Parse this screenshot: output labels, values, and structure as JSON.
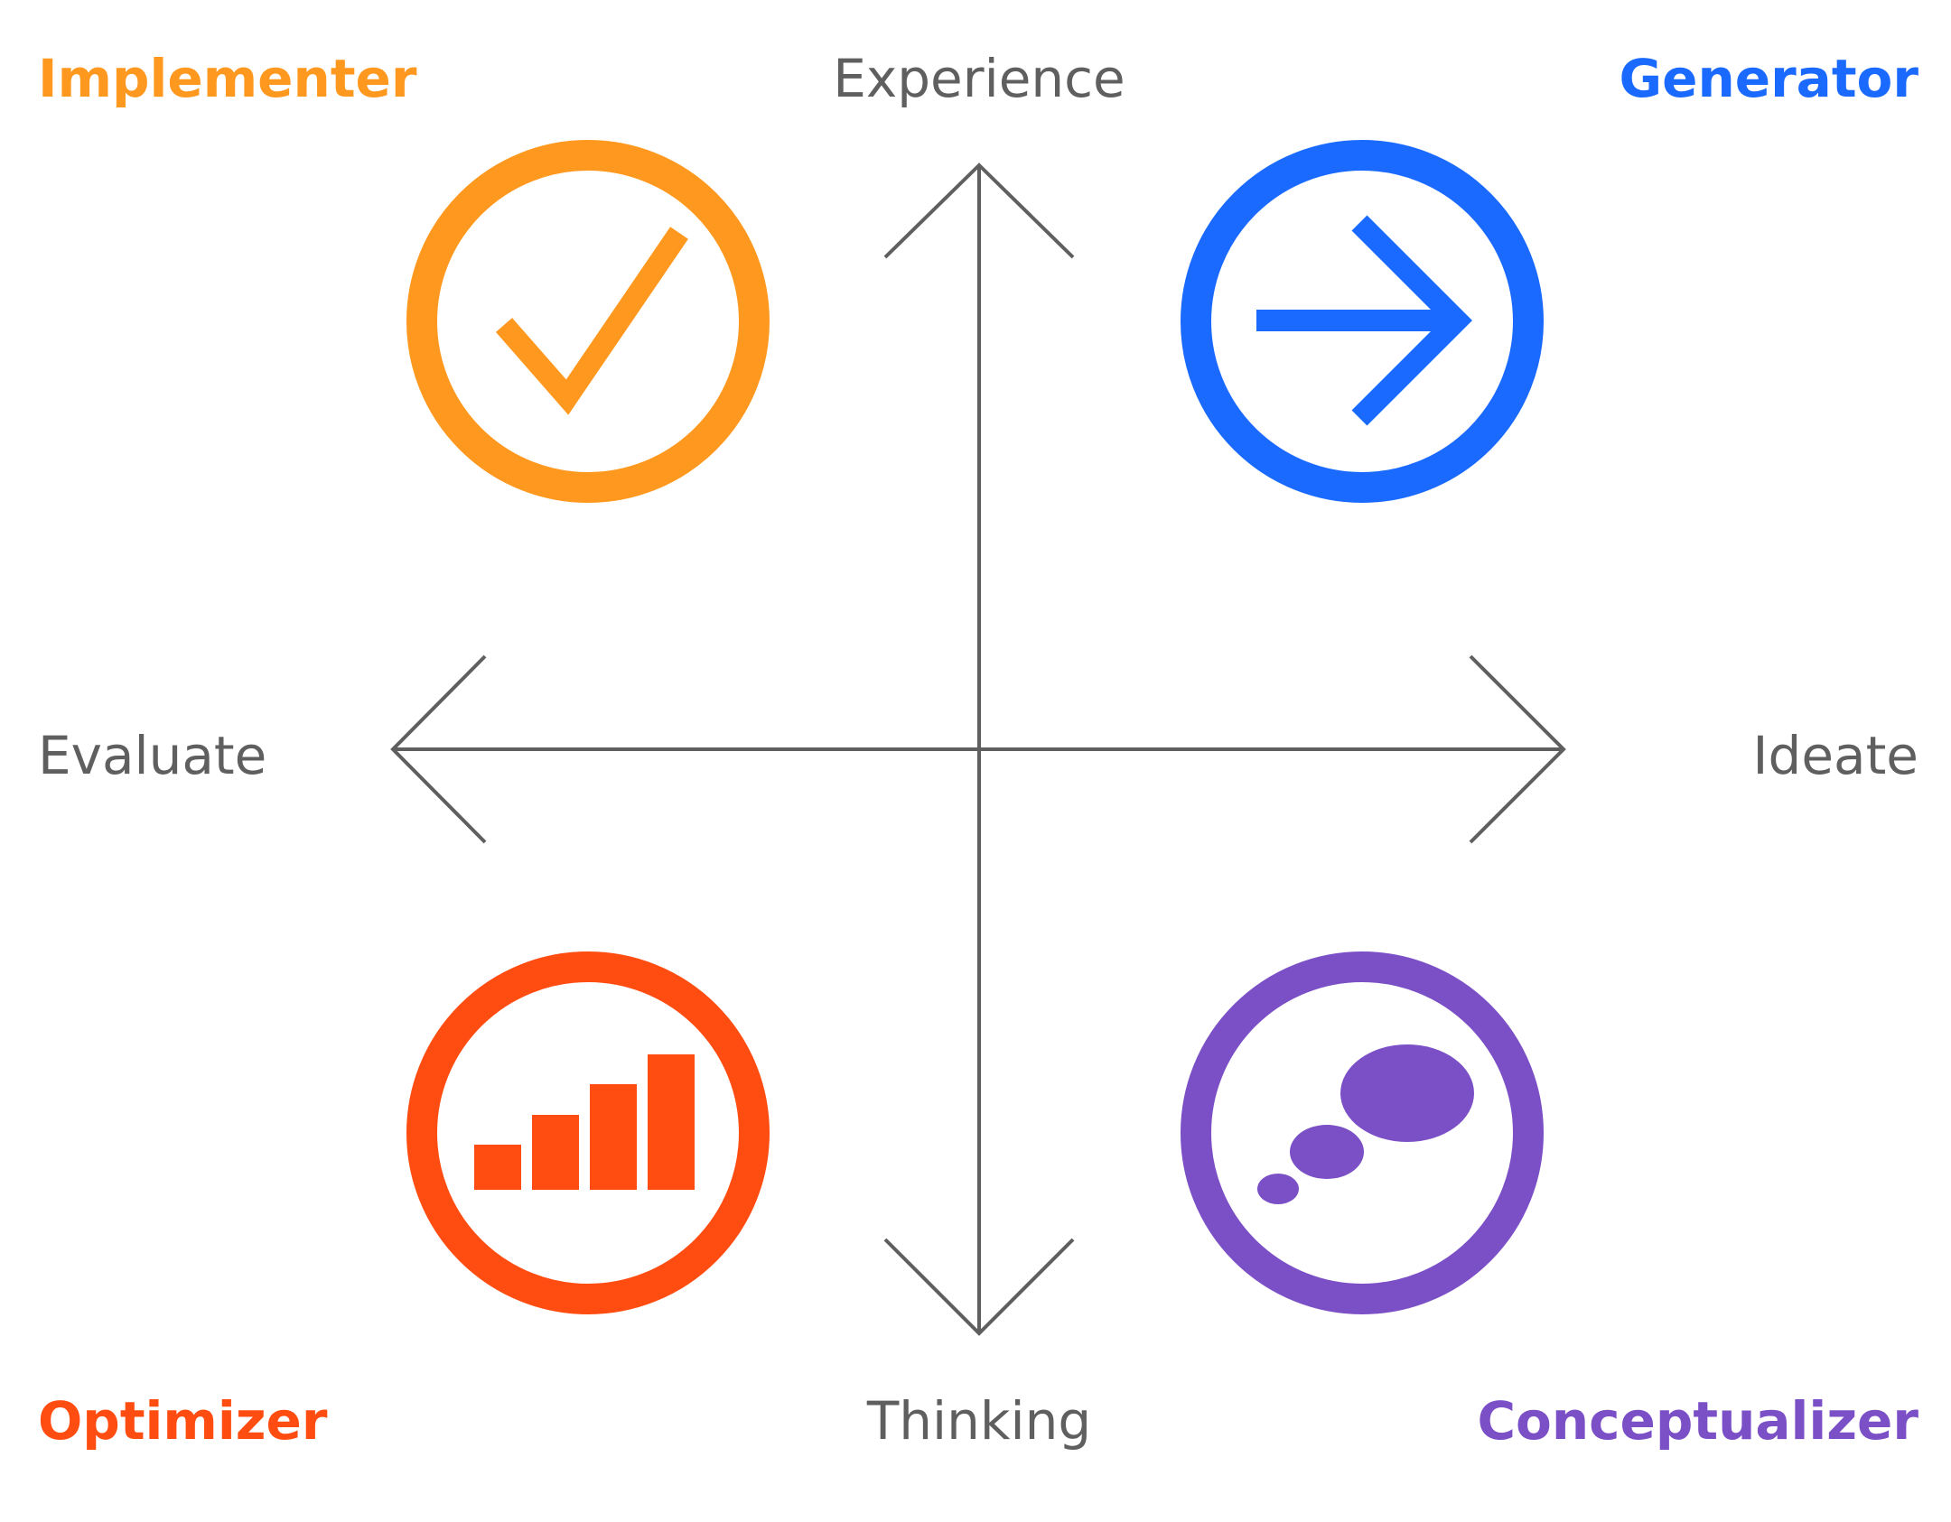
{
  "roles": {
    "implementer": {
      "label": "Implementer",
      "color": "#FF981E",
      "icon": "checkmark-icon"
    },
    "generator": {
      "label": "Generator",
      "color": "#1A6AFF",
      "icon": "arrow-right-icon"
    },
    "optimizer": {
      "label": "Optimizer",
      "color": "#FF4D12",
      "icon": "bar-chart-icon"
    },
    "conceptualizer": {
      "label": "Conceptualizer",
      "color": "#7B4FC6",
      "icon": "thought-bubble-icon"
    }
  },
  "axes": {
    "top": "Experience",
    "bottom": "Thinking",
    "left": "Evaluate",
    "right": "Ideate",
    "color": "#5F5F5F"
  }
}
